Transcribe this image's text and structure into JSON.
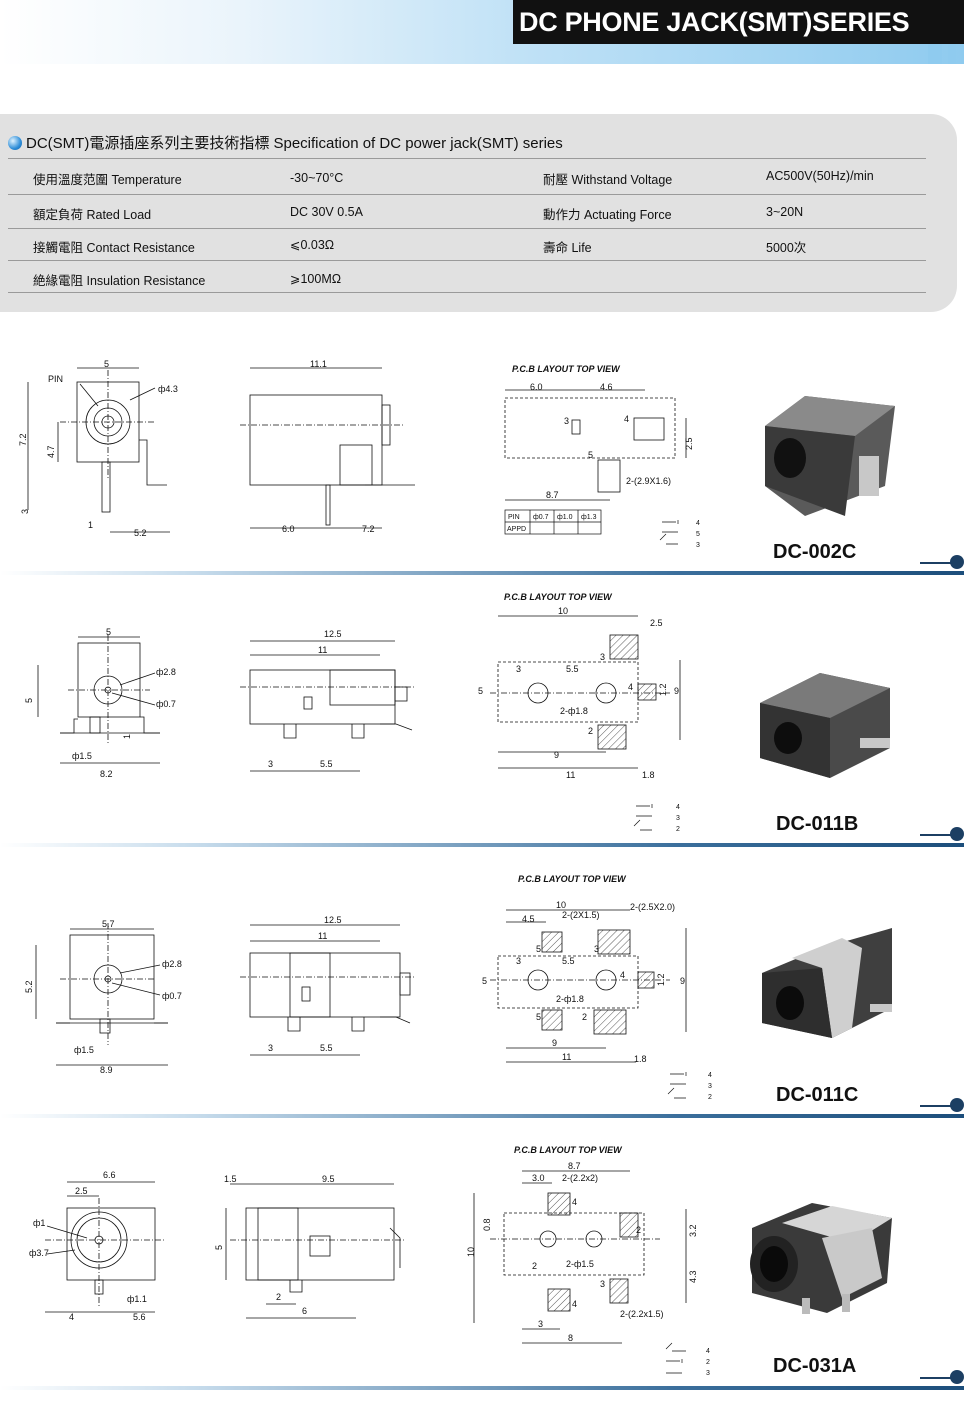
{
  "header": {
    "title": "DC PHONE JACK(SMT)SERIES"
  },
  "spec": {
    "heading": "DC(SMT)電源插座系列主要技術指標  Specification of DC power jack(SMT) series",
    "rows": [
      {
        "label": "使用溫度范圍 Temperature",
        "value": "-30~70°C",
        "label2": "耐壓 Withstand Voltage",
        "value2": "AC500V(50Hz)/min"
      },
      {
        "label": "額定負荷 Rated Load",
        "value": "DC 30V 0.5A",
        "label2": "動作力 Actuating Force",
        "value2": "3~20N"
      },
      {
        "label": "接觸電阻 Contact Resistance",
        "value": "⩽0.03Ω",
        "label2": "壽命 Life",
        "value2": "5000次"
      },
      {
        "label": "絶緣電阻 Insulation Resistance",
        "value": "⩾100MΩ",
        "label2": "",
        "value2": ""
      }
    ]
  },
  "products": [
    {
      "model": "DC-002C",
      "pcb_title": "P.C.B LAYOUT    TOP VIEW",
      "front": {
        "d_top": "5",
        "d_h": "7.2",
        "d_h2": "4.7",
        "d_b": "3",
        "d_pin": "1",
        "d_off": "5.2",
        "d_hole": "ф4.3",
        "pin": "PIN"
      },
      "side": {
        "d_top": "11.1",
        "d_a": "6.0",
        "d_b": "7.2"
      },
      "pcb": {
        "d_a": "6.0",
        "d_b": "4.6",
        "d_c": "8.7",
        "d_d": "2.5",
        "pad": "2-(2.9X1.6)",
        "n3": "3",
        "n4": "4",
        "n5": "5",
        "tbl": [
          "PIN",
          "ф0.7",
          "ф1.0",
          "ф1.3",
          "APPD",
          "",
          "",
          ""
        ]
      },
      "pins": [
        "4",
        "5",
        "3"
      ]
    },
    {
      "model": "DC-011B",
      "pcb_title": "P.C.B LAYOUT    TOP VIEW",
      "front": {
        "d_top": "5",
        "d_h": "5",
        "d_hole1": "ф2.8",
        "d_hole2": "ф0.7",
        "d_pin": "ф1.5",
        "d_w": "8.2",
        "d_n": "1"
      },
      "side": {
        "d_top": "12.5",
        "d_top2": "11",
        "d_a": "3",
        "d_b": "5.5"
      },
      "pcb": {
        "d_a": "10",
        "d_b": "2.5",
        "d_c": "3",
        "d_d": "5.5",
        "d_e": "5",
        "d_f": "9",
        "d_g": "11",
        "d_h": "1.8",
        "d_i": "9",
        "d_j": "1.2",
        "hole": "2-ф1.8",
        "n2": "2",
        "n3": "3",
        "n4": "4"
      },
      "pins": [
        "4",
        "3",
        "2"
      ]
    },
    {
      "model": "DC-011C",
      "pcb_title": "P.C.B LAYOUT    TOP VIEW",
      "front": {
        "d_top": "5.7",
        "d_h": "5.2",
        "d_hole1": "ф2.8",
        "d_hole2": "ф0.7",
        "d_pin": "ф1.5",
        "d_w": "8.9"
      },
      "side": {
        "d_top": "12.5",
        "d_top2": "11",
        "d_a": "3",
        "d_b": "5.5"
      },
      "pcb": {
        "d_a": "10",
        "d_b": "4.5",
        "pad1": "2-(2X1.5)",
        "pad2": "2-(2.5X2.0)",
        "d_c": "3",
        "d_d": "5.5",
        "d_e": "5",
        "d_f": "9",
        "d_g": "11",
        "d_h": "1.8",
        "d_i": "9",
        "d_j": "1.2",
        "hole": "2-ф1.8",
        "n2": "2",
        "n3": "3",
        "n4": "4",
        "n5": "5"
      },
      "pins": [
        "4",
        "3",
        "2"
      ]
    },
    {
      "model": "DC-031A",
      "pcb_title": "P.C.B LAYOUT    TOP VIEW",
      "front": {
        "d_top": "6.6",
        "d_top2": "2.5",
        "d_hole1": "ф1",
        "d_hole2": "ф3.7",
        "d_pin": "ф1.1",
        "d_a": "4",
        "d_b": "5.6"
      },
      "side": {
        "d_a": "1.5",
        "d_b": "9.5",
        "d_h": "5",
        "d_c": "2",
        "d_d": "6"
      },
      "pcb": {
        "d_a": "8.7",
        "d_b": "3.0",
        "pad1": "2-(2.2x2)",
        "d_c": "0.8",
        "d_d": "10",
        "d_e": "3.2",
        "d_f": "4.3",
        "d_g": "2",
        "hole": "2-ф1.5",
        "d_h": "3",
        "d_i": "8",
        "pad2": "2-(2.2x1.5)",
        "n2": "2",
        "n3": "3",
        "n4": "4"
      },
      "pins": [
        "4",
        "2",
        "3"
      ]
    }
  ]
}
